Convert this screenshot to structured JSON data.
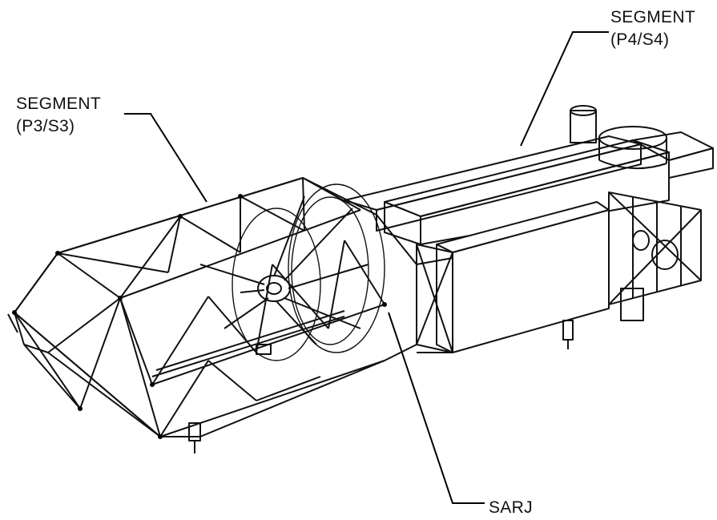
{
  "labels": {
    "p3s3": {
      "line1": "SEGMENT",
      "line2": "(P3/S3)"
    },
    "p4s4": {
      "line1": "SEGMENT",
      "line2": "(P4/S4)"
    },
    "sarj": "SARJ"
  },
  "colors": {
    "ink": "#111111",
    "background": "#ffffff"
  }
}
